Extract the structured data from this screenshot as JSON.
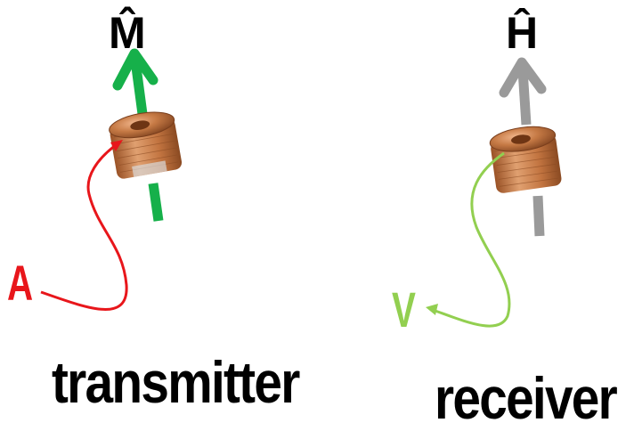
{
  "transmitter": {
    "moment_label": "M̂",
    "input_label": "A",
    "caption": "transmitter"
  },
  "receiver": {
    "field_label": "Ĥ",
    "output_label": "V",
    "caption": "receiver"
  },
  "colors": {
    "moment_arrow": "#16b04a",
    "field_arrow": "#9a9a9a",
    "input_lead": "#e8161b",
    "output_lead": "#92cf50",
    "coil_copper": "#c67a45"
  }
}
